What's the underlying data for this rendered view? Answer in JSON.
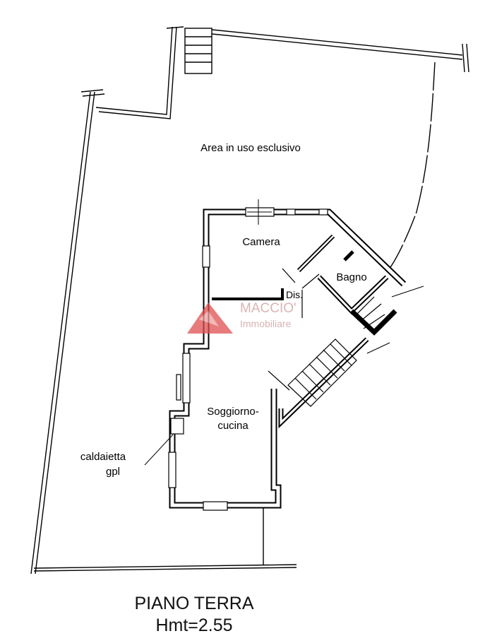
{
  "plan": {
    "area_label": "Area in uso esclusivo",
    "rooms": [
      {
        "name": "Camera"
      },
      {
        "name": "Bagno"
      },
      {
        "name": "Dis."
      },
      {
        "name_line1": "Soggiorno-",
        "name_line2": "cucina"
      }
    ],
    "annotation": {
      "line1": "caldaietta",
      "line2": "gpl"
    },
    "watermark": {
      "brand": "MACCIO'",
      "sub": "Immobiliare"
    },
    "title": "PIANO TERRA",
    "height_label": "Hmt=2.55"
  },
  "colors": {
    "wall": "#000000",
    "watermark": "#e05050"
  }
}
